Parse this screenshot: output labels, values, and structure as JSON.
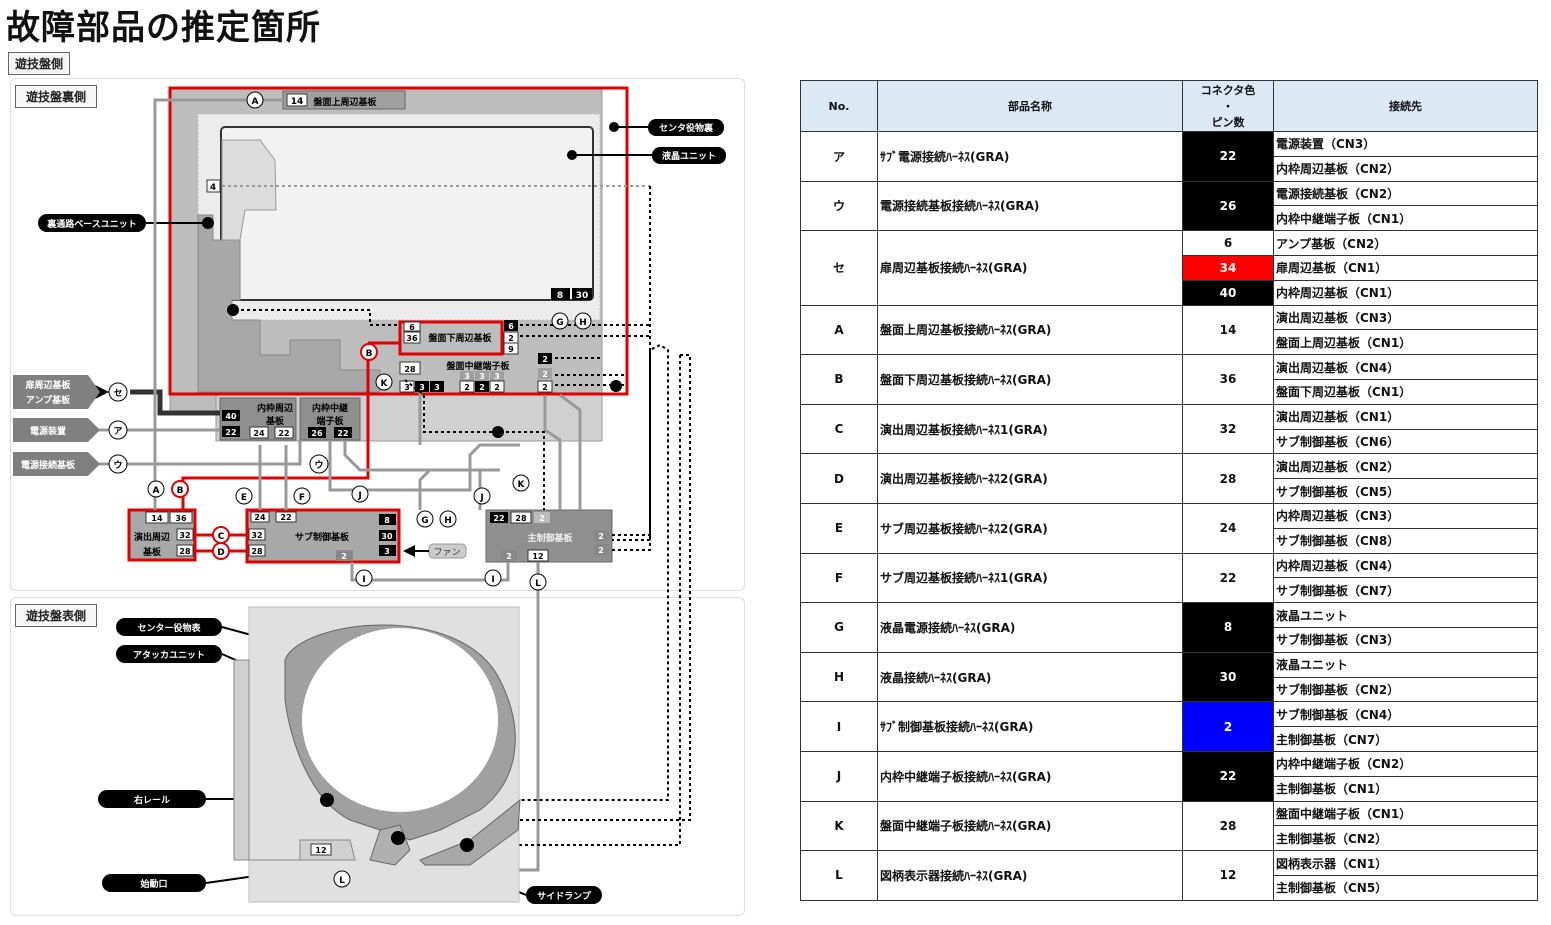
{
  "title": "故障部品の推定箇所",
  "tag": "遊技盤側",
  "panels": {
    "back": "遊技盤裏側",
    "front": "遊技盤表側"
  },
  "labels": {
    "center_back": "センタ役物裏",
    "lcd_unit": "液晶ユニット",
    "ura_base": "裏通路ベースユニット",
    "door_amp_1": "扉周辺基板",
    "door_amp_2": "アンプ基板",
    "power_unit": "電源装置",
    "power_board": "電源接続基板",
    "center_front": "センター役物表",
    "attacker": "アタッカユニット",
    "right_rail": "右レール",
    "start_port": "始動口",
    "side_lamp": "サイドランプ",
    "fan": "ファン"
  },
  "boards": {
    "upper": "盤面上周辺基板",
    "lower": "盤面下周辺基板",
    "relay": "盤面中継端子板",
    "inner_1": "内枠周辺",
    "inner_2": "基板",
    "inner_relay_1": "内枠中継",
    "inner_relay_2": "端子板",
    "enshutsu_1": "演出周辺",
    "enshutsu_2": "基板",
    "sub": "サブ制御基板",
    "main": "主制御基板"
  },
  "pins": {
    "p14": "14",
    "p36": "36",
    "p32": "32",
    "p28": "28",
    "p24": "24",
    "p22": "22",
    "p8": "8",
    "p30": "30",
    "p6": "6",
    "p2": "2",
    "p9": "9",
    "p3": "3",
    "p40": "40",
    "p26": "26",
    "p4": "4",
    "p12": "12"
  },
  "markers": {
    "a": "A",
    "b": "B",
    "c": "C",
    "d": "D",
    "e": "E",
    "f": "F",
    "g": "G",
    "h": "H",
    "i": "I",
    "j": "J",
    "k": "K",
    "l": "L",
    "se": "セ",
    "a_kana": "ア",
    "u_kana": "ウ"
  },
  "table": {
    "headers": {
      "no": "No.",
      "name": "部品名称",
      "color_1": "コネクタ色",
      "color_2": "・",
      "color_3": "ピン数",
      "dest": "接続先"
    },
    "rows": [
      {
        "no": "ア",
        "name": "ｻﾌﾞ電源接続ﾊｰﾈｽ(GRA)",
        "pins": [
          "22"
        ],
        "colors": [
          "#000000"
        ],
        "dest": [
          "電源装置（CN3）",
          "内枠周辺基板（CN2）"
        ]
      },
      {
        "no": "ウ",
        "name": "電源接続基板接続ﾊｰﾈｽ(GRA)",
        "pins": [
          "26"
        ],
        "colors": [
          "#000000"
        ],
        "dest": [
          "電源接続基板（CN2）",
          "内枠中継端子板（CN1）"
        ]
      },
      {
        "no": "セ",
        "name": "扉周辺基板接続ﾊｰﾈｽ(GRA)",
        "pins": [
          "6",
          "34",
          "40"
        ],
        "colors": [
          "#ffffff",
          "#ff0000",
          "#000000"
        ],
        "dest": [
          "アンプ基板（CN2）",
          "扉周辺基板（CN1）",
          "内枠周辺基板（CN1）"
        ]
      },
      {
        "no": "A",
        "name": "盤面上周辺基板接続ﾊｰﾈｽ(GRA)",
        "pins": [
          "14"
        ],
        "colors": [
          "#ffffff"
        ],
        "dest": [
          "演出周辺基板（CN3）",
          "盤面上周辺基板（CN1）"
        ]
      },
      {
        "no": "B",
        "name": "盤面下周辺基板接続ﾊｰﾈｽ(GRA)",
        "pins": [
          "36"
        ],
        "colors": [
          "#ffffff"
        ],
        "dest": [
          "演出周辺基板（CN4）",
          "盤面下周辺基板（CN1）"
        ]
      },
      {
        "no": "C",
        "name": "演出周辺基板接続ﾊｰﾈｽ1(GRA)",
        "pins": [
          "32"
        ],
        "colors": [
          "#ffffff"
        ],
        "dest": [
          "演出周辺基板（CN1）",
          "サブ制御基板（CN6）"
        ]
      },
      {
        "no": "D",
        "name": "演出周辺基板接続ﾊｰﾈｽ2(GRA)",
        "pins": [
          "28"
        ],
        "colors": [
          "#ffffff"
        ],
        "dest": [
          "演出周辺基板（CN2）",
          "サブ制御基板（CN5）"
        ]
      },
      {
        "no": "E",
        "name": "サブ周辺基板接続ﾊｰﾈｽ2(GRA)",
        "pins": [
          "24"
        ],
        "colors": [
          "#ffffff"
        ],
        "dest": [
          "内枠周辺基板（CN3）",
          "サブ制御基板（CN8）"
        ]
      },
      {
        "no": "F",
        "name": "サブ周辺基板接続ﾊｰﾈｽ1(GRA)",
        "pins": [
          "22"
        ],
        "colors": [
          "#ffffff"
        ],
        "dest": [
          "内枠周辺基板（CN4）",
          "サブ制御基板（CN7）"
        ]
      },
      {
        "no": "G",
        "name": "液晶電源接続ﾊｰﾈｽ(GRA)",
        "pins": [
          "8"
        ],
        "colors": [
          "#000000"
        ],
        "dest": [
          "液晶ユニット",
          "サブ制御基板（CN3）"
        ]
      },
      {
        "no": "H",
        "name": "液晶接続ﾊｰﾈｽ(GRA)",
        "pins": [
          "30"
        ],
        "colors": [
          "#000000"
        ],
        "dest": [
          "液晶ユニット",
          "サブ制御基板（CN2）"
        ]
      },
      {
        "no": "I",
        "name": "ｻﾌﾞ制御基板接続ﾊｰﾈｽ(GRA)",
        "pins": [
          "2"
        ],
        "colors": [
          "#0000ff"
        ],
        "dest": [
          "サブ制御基板（CN4）",
          "主制御基板（CN7）"
        ]
      },
      {
        "no": "J",
        "name": "内枠中継端子板接続ﾊｰﾈｽ(GRA)",
        "pins": [
          "22"
        ],
        "colors": [
          "#000000"
        ],
        "dest": [
          "内枠中継端子板（CN2）",
          "主制御基板（CN1）"
        ]
      },
      {
        "no": "K",
        "name": "盤面中継端子板接続ﾊｰﾈｽ(GRA)",
        "pins": [
          "28"
        ],
        "colors": [
          "#ffffff"
        ],
        "dest": [
          "盤面中継端子板（CN1）",
          "主制御基板（CN2）"
        ]
      },
      {
        "no": "L",
        "name": "図柄表示器接続ﾊｰﾈｽ(GRA)",
        "pins": [
          "12"
        ],
        "colors": [
          "#ffffff"
        ],
        "dest": [
          "図柄表示器（CN1）",
          "主制御基板（CN5）"
        ]
      }
    ]
  }
}
